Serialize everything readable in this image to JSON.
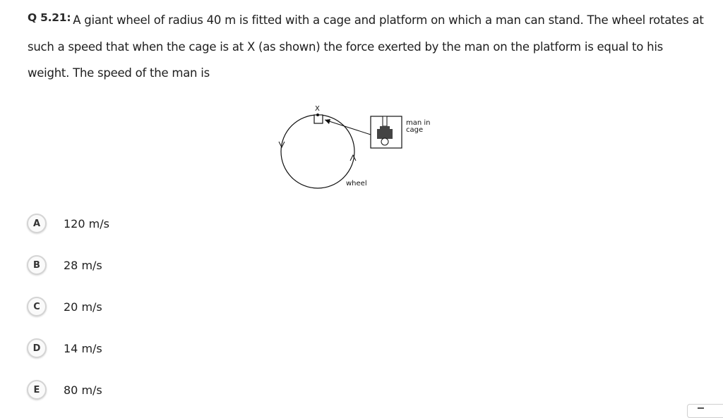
{
  "question": {
    "number": "Q 5.21:",
    "text": "A giant wheel of radius 40 m is fitted with a cage and platform on which a man can stand. The wheel rotates at such a speed that when the cage is at X (as shown) the force exerted by the man on the platform is equal to his weight. The speed of the man is"
  },
  "figure": {
    "point_label": "X",
    "cage_label_line1": "man in",
    "cage_label_line2": "cage",
    "wheel_label": "wheel"
  },
  "options": [
    {
      "letter": "A",
      "text": "120 m/s"
    },
    {
      "letter": "B",
      "text": "28 m/s"
    },
    {
      "letter": "C",
      "text": "20 m/s"
    },
    {
      "letter": "D",
      "text": "14 m/s"
    },
    {
      "letter": "E",
      "text": "80 m/s"
    }
  ],
  "scroll_top": {
    "icon": "arrow-up-icon"
  }
}
